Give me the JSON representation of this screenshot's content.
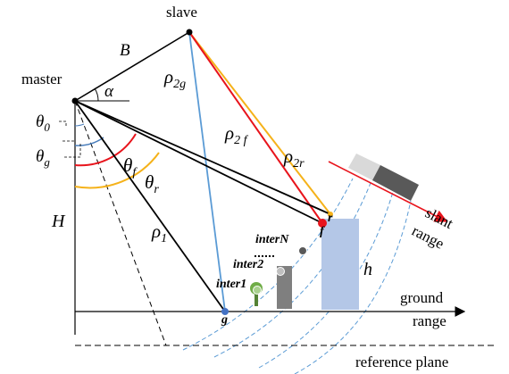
{
  "labels": {
    "master": "master",
    "slave": "slave",
    "baseline": "B",
    "alpha": "α",
    "rho_2g": "ρ",
    "rho_2g_sub": "2g",
    "rho_2f": "ρ",
    "rho_2f_sub": "2 f",
    "rho_2r": "ρ",
    "rho_2r_sub": "2r",
    "rho_1": "ρ",
    "rho_1_sub": "1",
    "theta_0": "θ",
    "theta_0_sub": "0",
    "theta_g": "θ",
    "theta_g_sub": "g",
    "theta_f": "θ",
    "theta_f_sub": "f",
    "theta_r": "θ",
    "theta_r_sub": "r",
    "height_H": "H",
    "height_h": "h",
    "point_g": "g",
    "point_f": "f",
    "point_r": "r",
    "inter1": "inter1",
    "inter2": "inter2",
    "interN": "interN",
    "slant_range_1": "slant",
    "slant_range_2": "range",
    "ground_range_1": "ground",
    "ground_range_2": "range",
    "reference_plane": "reference plane"
  },
  "colors": {
    "black_line": "#000000",
    "red_line": "#e8141c",
    "yellow_line": "#f5b21a",
    "blue_line": "#5b9bd5",
    "building_fill": "#b4c7e7",
    "pole_fill": "#7f7f7f",
    "tree_fill": "#70ad47",
    "point_g_fill": "#4472c4",
    "point_f_fill": "#e8141c",
    "point_r_fill": "#f5b21a"
  }
}
